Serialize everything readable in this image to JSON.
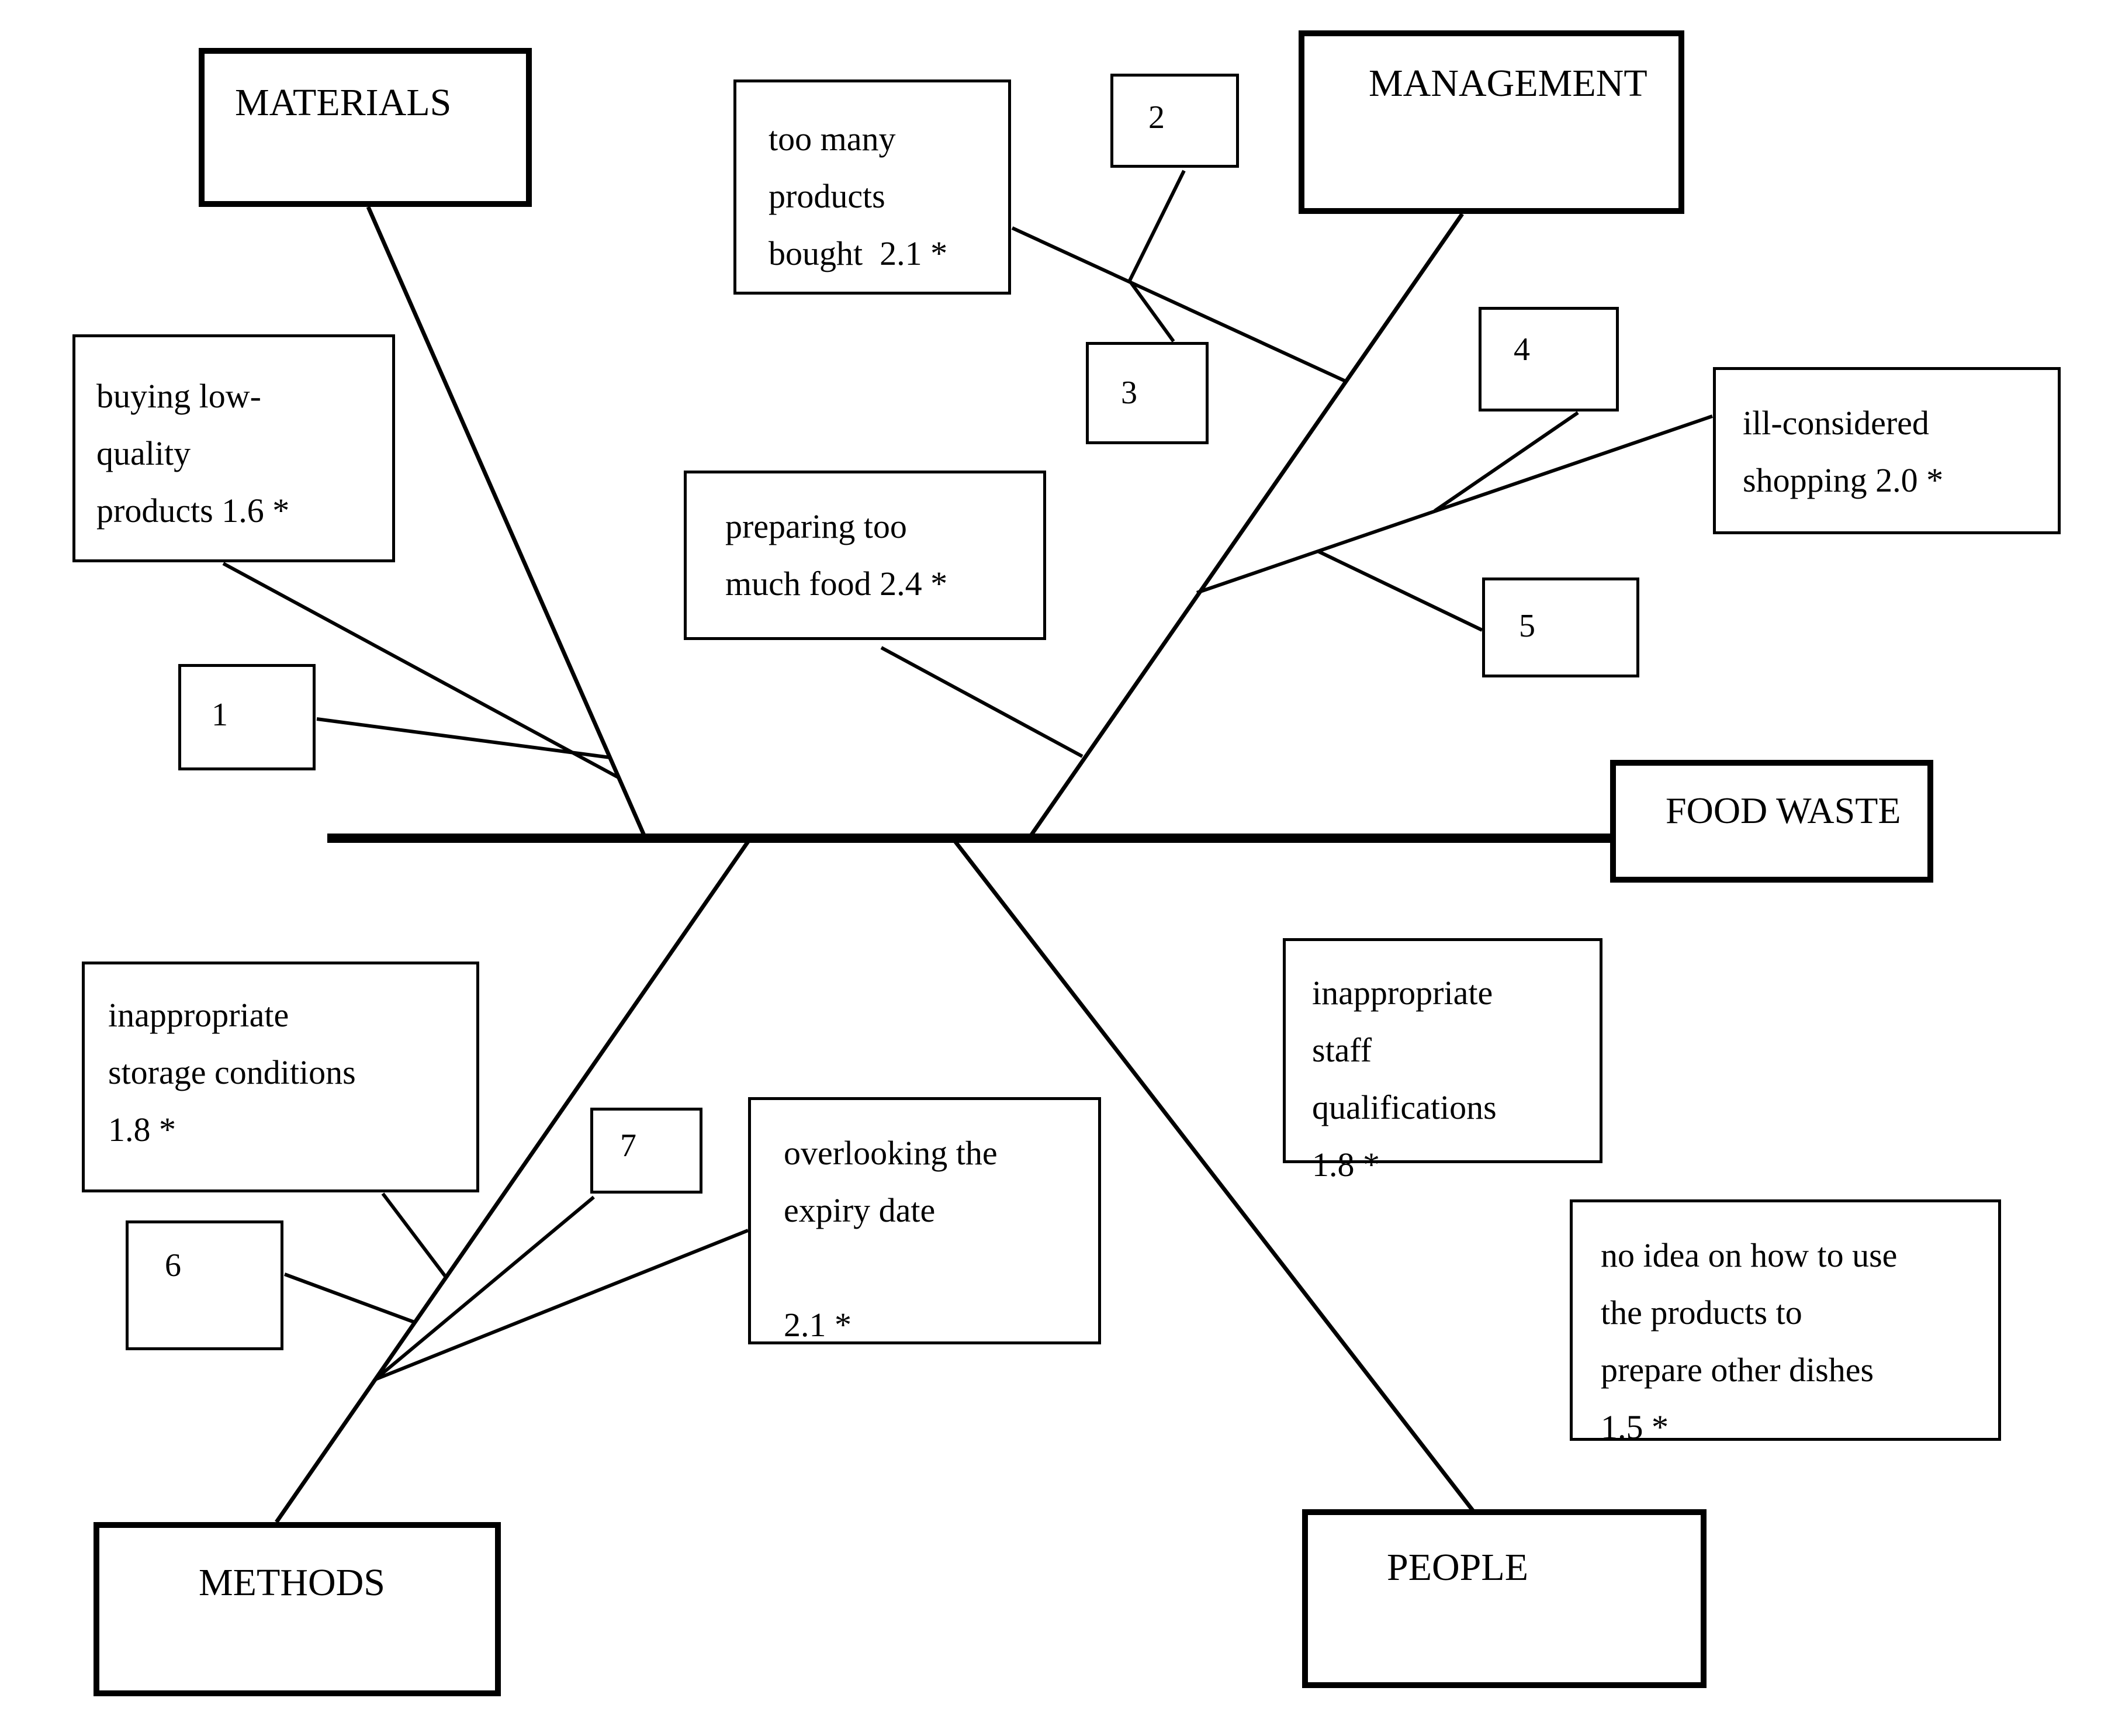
{
  "effect": {
    "label": "FOOD WASTE"
  },
  "categories": {
    "materials": {
      "label": "MATERIALS"
    },
    "management": {
      "label": "MANAGEMENT"
    },
    "methods": {
      "label": "METHODS"
    },
    "people": {
      "label": "PEOPLE"
    }
  },
  "causes": {
    "buying_low_quality": {
      "text": "buying low-\nquality\nproducts 1.6 *"
    },
    "too_many_products": {
      "text": "too many\nproducts\nbought  2.1 *"
    },
    "preparing_too_much": {
      "text": "preparing too\nmuch food 2.4 *"
    },
    "ill_considered": {
      "text": "ill-considered\nshopping 2.0 *"
    },
    "inappropriate_storage": {
      "text": "inappropriate\nstorage conditions\n1.8 *"
    },
    "overlooking_expiry": {
      "text": "overlooking the\nexpiry date\n\n2.1 *"
    },
    "staff_qualifications": {
      "text": "inappropriate\nstaff\nqualifications\n1.8 *"
    },
    "no_idea_other_dishes": {
      "text": "no idea on how to use\nthe products to\nprepare other dishes\n1.5 *"
    }
  },
  "markers": {
    "m1": "1",
    "m2": "2",
    "m3": "3",
    "m4": "4",
    "m5": "5",
    "m6": "6",
    "m7": "7"
  }
}
